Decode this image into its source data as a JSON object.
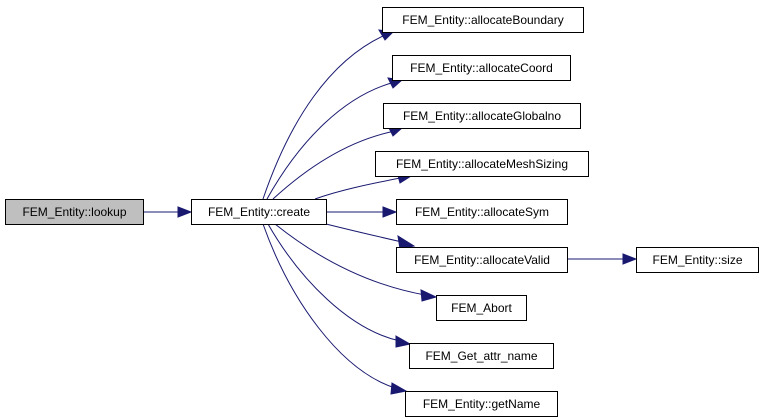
{
  "diagram": {
    "type": "call-graph",
    "colors": {
      "edge": "#191970",
      "root_fill": "#bfbfbf",
      "node_fill": "#ffffff",
      "node_border": "#000000"
    },
    "nodes": [
      {
        "id": "lookup",
        "label": "FEM_Entity::lookup",
        "root": true
      },
      {
        "id": "create",
        "label": "FEM_Entity::create"
      },
      {
        "id": "allocateBoundary",
        "label": "FEM_Entity::allocateBoundary"
      },
      {
        "id": "allocateCoord",
        "label": "FEM_Entity::allocateCoord"
      },
      {
        "id": "allocateGlobalno",
        "label": "FEM_Entity::allocateGlobalno"
      },
      {
        "id": "allocateMeshSizing",
        "label": "FEM_Entity::allocateMeshSizing"
      },
      {
        "id": "allocateSym",
        "label": "FEM_Entity::allocateSym"
      },
      {
        "id": "allocateValid",
        "label": "FEM_Entity::allocateValid"
      },
      {
        "id": "size",
        "label": "FEM_Entity::size"
      },
      {
        "id": "abort",
        "label": "FEM_Abort"
      },
      {
        "id": "getAttrName",
        "label": "FEM_Get_attr_name"
      },
      {
        "id": "getName",
        "label": "FEM_Entity::getName"
      }
    ],
    "edges": [
      {
        "from": "lookup",
        "to": "create"
      },
      {
        "from": "create",
        "to": "allocateBoundary"
      },
      {
        "from": "create",
        "to": "allocateCoord"
      },
      {
        "from": "create",
        "to": "allocateGlobalno"
      },
      {
        "from": "create",
        "to": "allocateMeshSizing"
      },
      {
        "from": "create",
        "to": "allocateSym"
      },
      {
        "from": "create",
        "to": "allocateValid"
      },
      {
        "from": "create",
        "to": "abort"
      },
      {
        "from": "create",
        "to": "getAttrName"
      },
      {
        "from": "create",
        "to": "getName"
      },
      {
        "from": "allocateValid",
        "to": "size"
      }
    ]
  }
}
